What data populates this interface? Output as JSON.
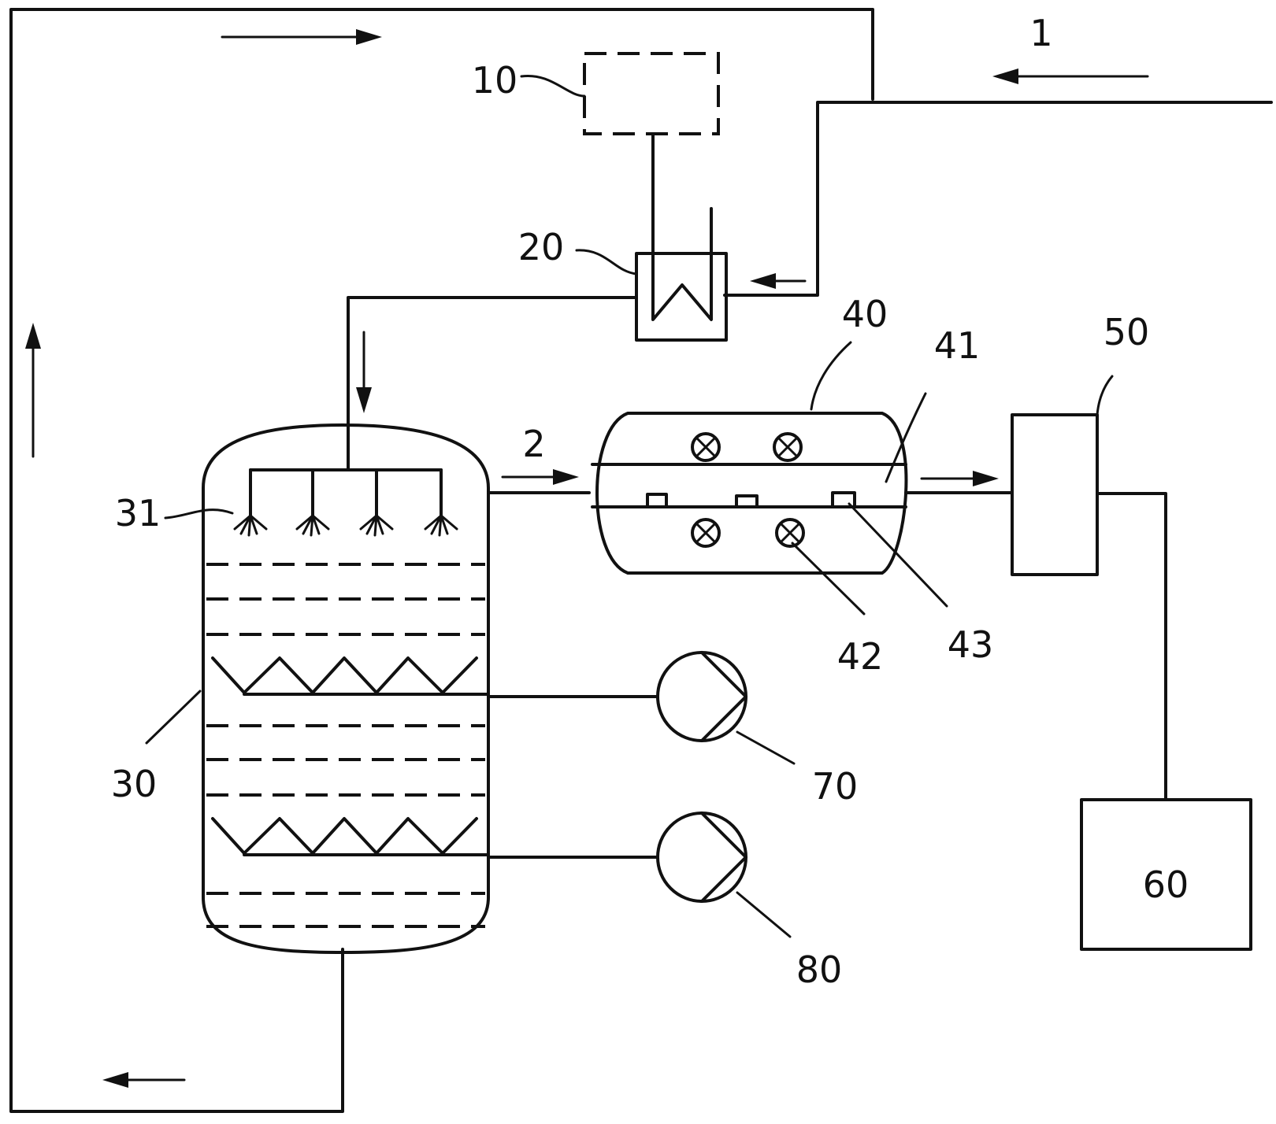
{
  "labels": {
    "flow_in": "1",
    "flow_out": "2",
    "unit_10": "10",
    "unit_20": "20",
    "unit_30": "30",
    "unit_31": "31",
    "unit_40": "40",
    "unit_41": "41",
    "unit_42": "42",
    "unit_43": "43",
    "unit_50": "50",
    "unit_60": "60",
    "unit_70": "70",
    "unit_80": "80"
  },
  "colors": {
    "line": "#111111",
    "background": "#ffffff"
  }
}
